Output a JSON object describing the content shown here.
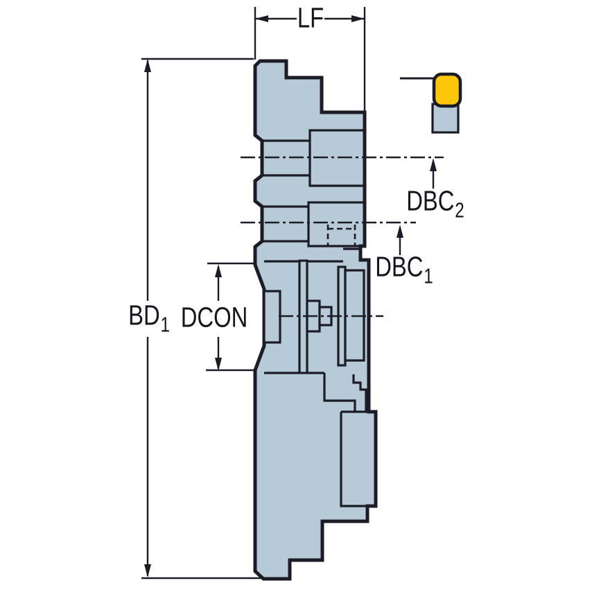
{
  "colors": {
    "body_fill": "#b7cad7",
    "outline": "#1c1c26",
    "insert_fill": "#fcc60a",
    "background": "#ffffff"
  },
  "labels": {
    "lf": {
      "base": "LF"
    },
    "bd1": {
      "base": "BD",
      "sub": "1"
    },
    "dcon": {
      "base": "DCON"
    },
    "dbc2": {
      "base": "DBC",
      "sub": "2"
    },
    "dbc1": {
      "base": "DBC",
      "sub": "1"
    }
  },
  "icons": {
    "insert": "turning-insert-icon",
    "shank": "insert-shank-icon"
  }
}
